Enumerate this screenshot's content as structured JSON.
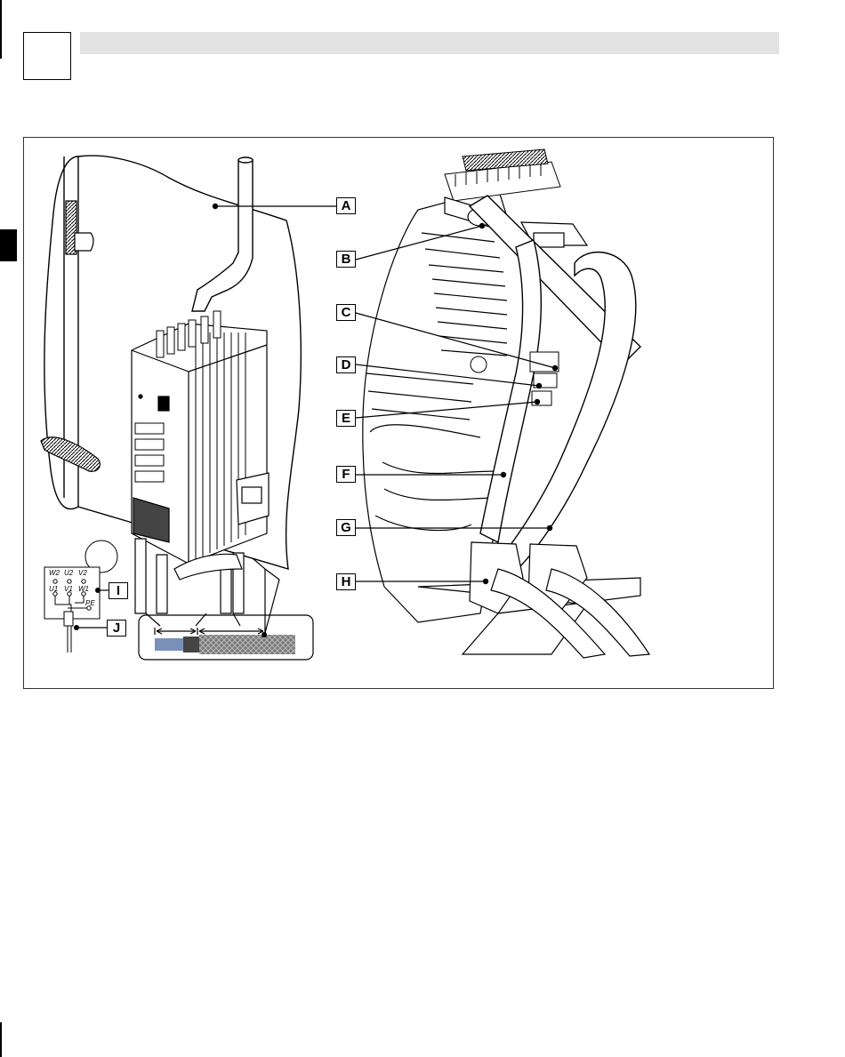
{
  "page": {
    "header": {
      "text": ""
    },
    "figure": {
      "callouts": [
        {
          "key": "a",
          "label": "A"
        },
        {
          "key": "b",
          "label": "B"
        },
        {
          "key": "c",
          "label": "C"
        },
        {
          "key": "d",
          "label": "D"
        },
        {
          "key": "e",
          "label": "E"
        },
        {
          "key": "f",
          "label": "F"
        },
        {
          "key": "g",
          "label": "G"
        },
        {
          "key": "h",
          "label": "H"
        },
        {
          "key": "i",
          "label": "I"
        },
        {
          "key": "j",
          "label": "J"
        }
      ],
      "terminals": {
        "w2": "W2",
        "u2": "U2",
        "v2": "V2",
        "u1": "U1",
        "v1": "V1",
        "w1": "W1",
        "pe": "PE"
      }
    }
  }
}
